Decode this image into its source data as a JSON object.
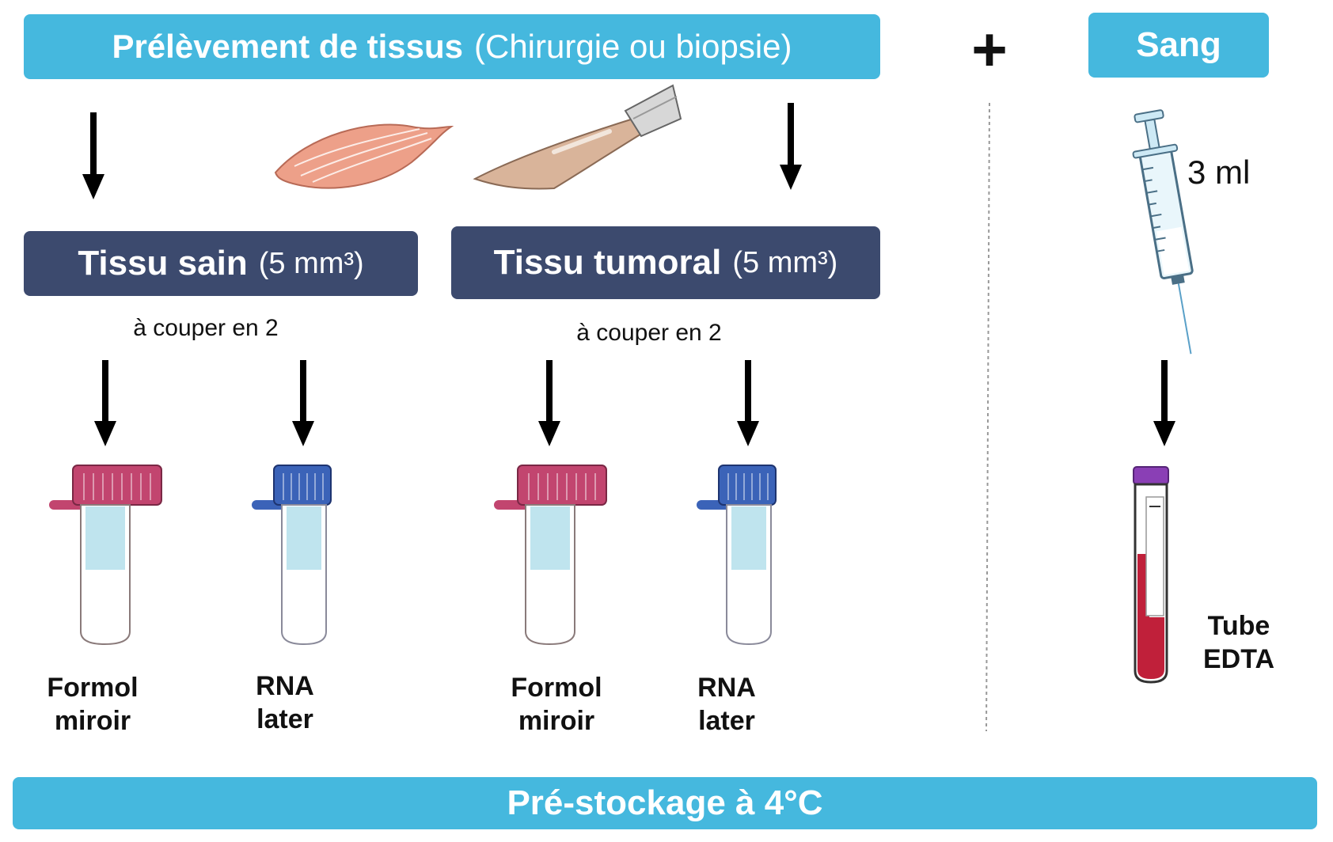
{
  "header": {
    "tissue_title_strong": "Prélèvement de tissus",
    "tissue_title_rest": "(Chirurgie ou biopsie)",
    "plus": "+",
    "blood_title": "Sang"
  },
  "healthy": {
    "title_strong": "Tissu sain",
    "title_rest": "(5 mm³)",
    "cut_note": "à couper en 2",
    "tube1_line1": "Formol",
    "tube1_line2": "miroir",
    "tube2_line1": "RNA",
    "tube2_line2": "later"
  },
  "tumor": {
    "title_strong": "Tissu tumoral",
    "title_rest": "(5 mm³)",
    "cut_note": "à couper en 2",
    "tube1_line1": "Formol",
    "tube1_line2": "miroir",
    "tube2_line1": "RNA",
    "tube2_line2": "later"
  },
  "blood": {
    "volume": "3 ml",
    "tube_line1": "Tube",
    "tube_line2": "EDTA"
  },
  "footer": {
    "storage": "Pré-stockage à 4°C"
  },
  "colors": {
    "cyan": "#45b8de",
    "navy": "#3c4a6e",
    "formol_cap": "#c2456f",
    "rna_cap": "#3b63b8",
    "edta_cap": "#8a3fb5",
    "blood": "#c0203a"
  },
  "icons": [
    "muscle-icon",
    "scalpel-icon",
    "syringe-icon",
    "tube-icon"
  ]
}
